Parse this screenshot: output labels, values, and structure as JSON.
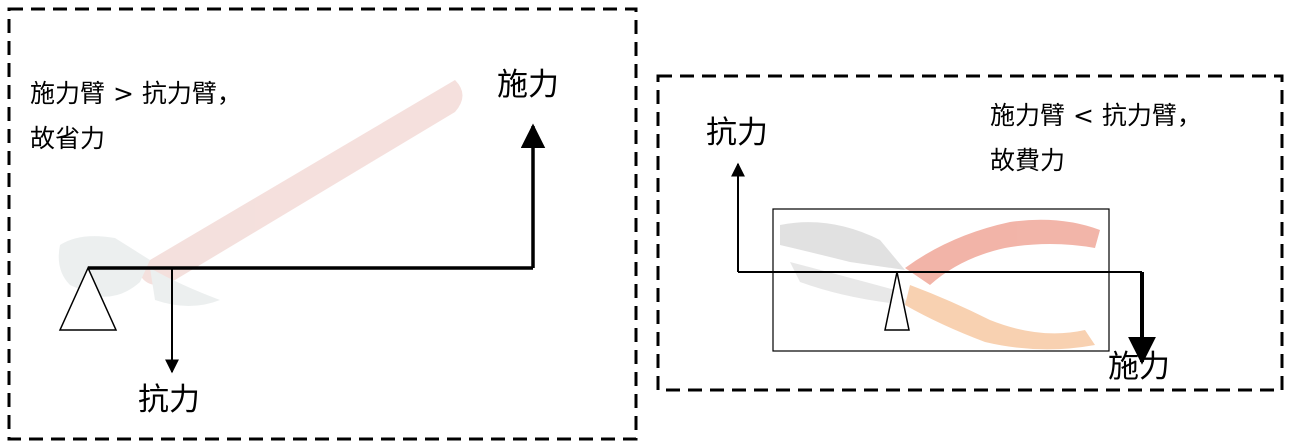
{
  "left_panel": {
    "description_line1": "施力臂 > 抗力臂，",
    "description_line2": "故省力",
    "effort_label": "施力",
    "load_label": "抗力"
  },
  "right_panel": {
    "description_line1": "施力臂 < 抗力臂，",
    "description_line2": "故費力",
    "effort_label": "施力",
    "load_label": "抗力"
  },
  "colors": {
    "line": "#000000",
    "hammer_handle": "#f1d6d2",
    "hammer_head": "#e9ecec",
    "plier_red": "#f0a89a",
    "plier_orange": "#f7c9a4",
    "plier_grey": "#dcdcdc"
  }
}
